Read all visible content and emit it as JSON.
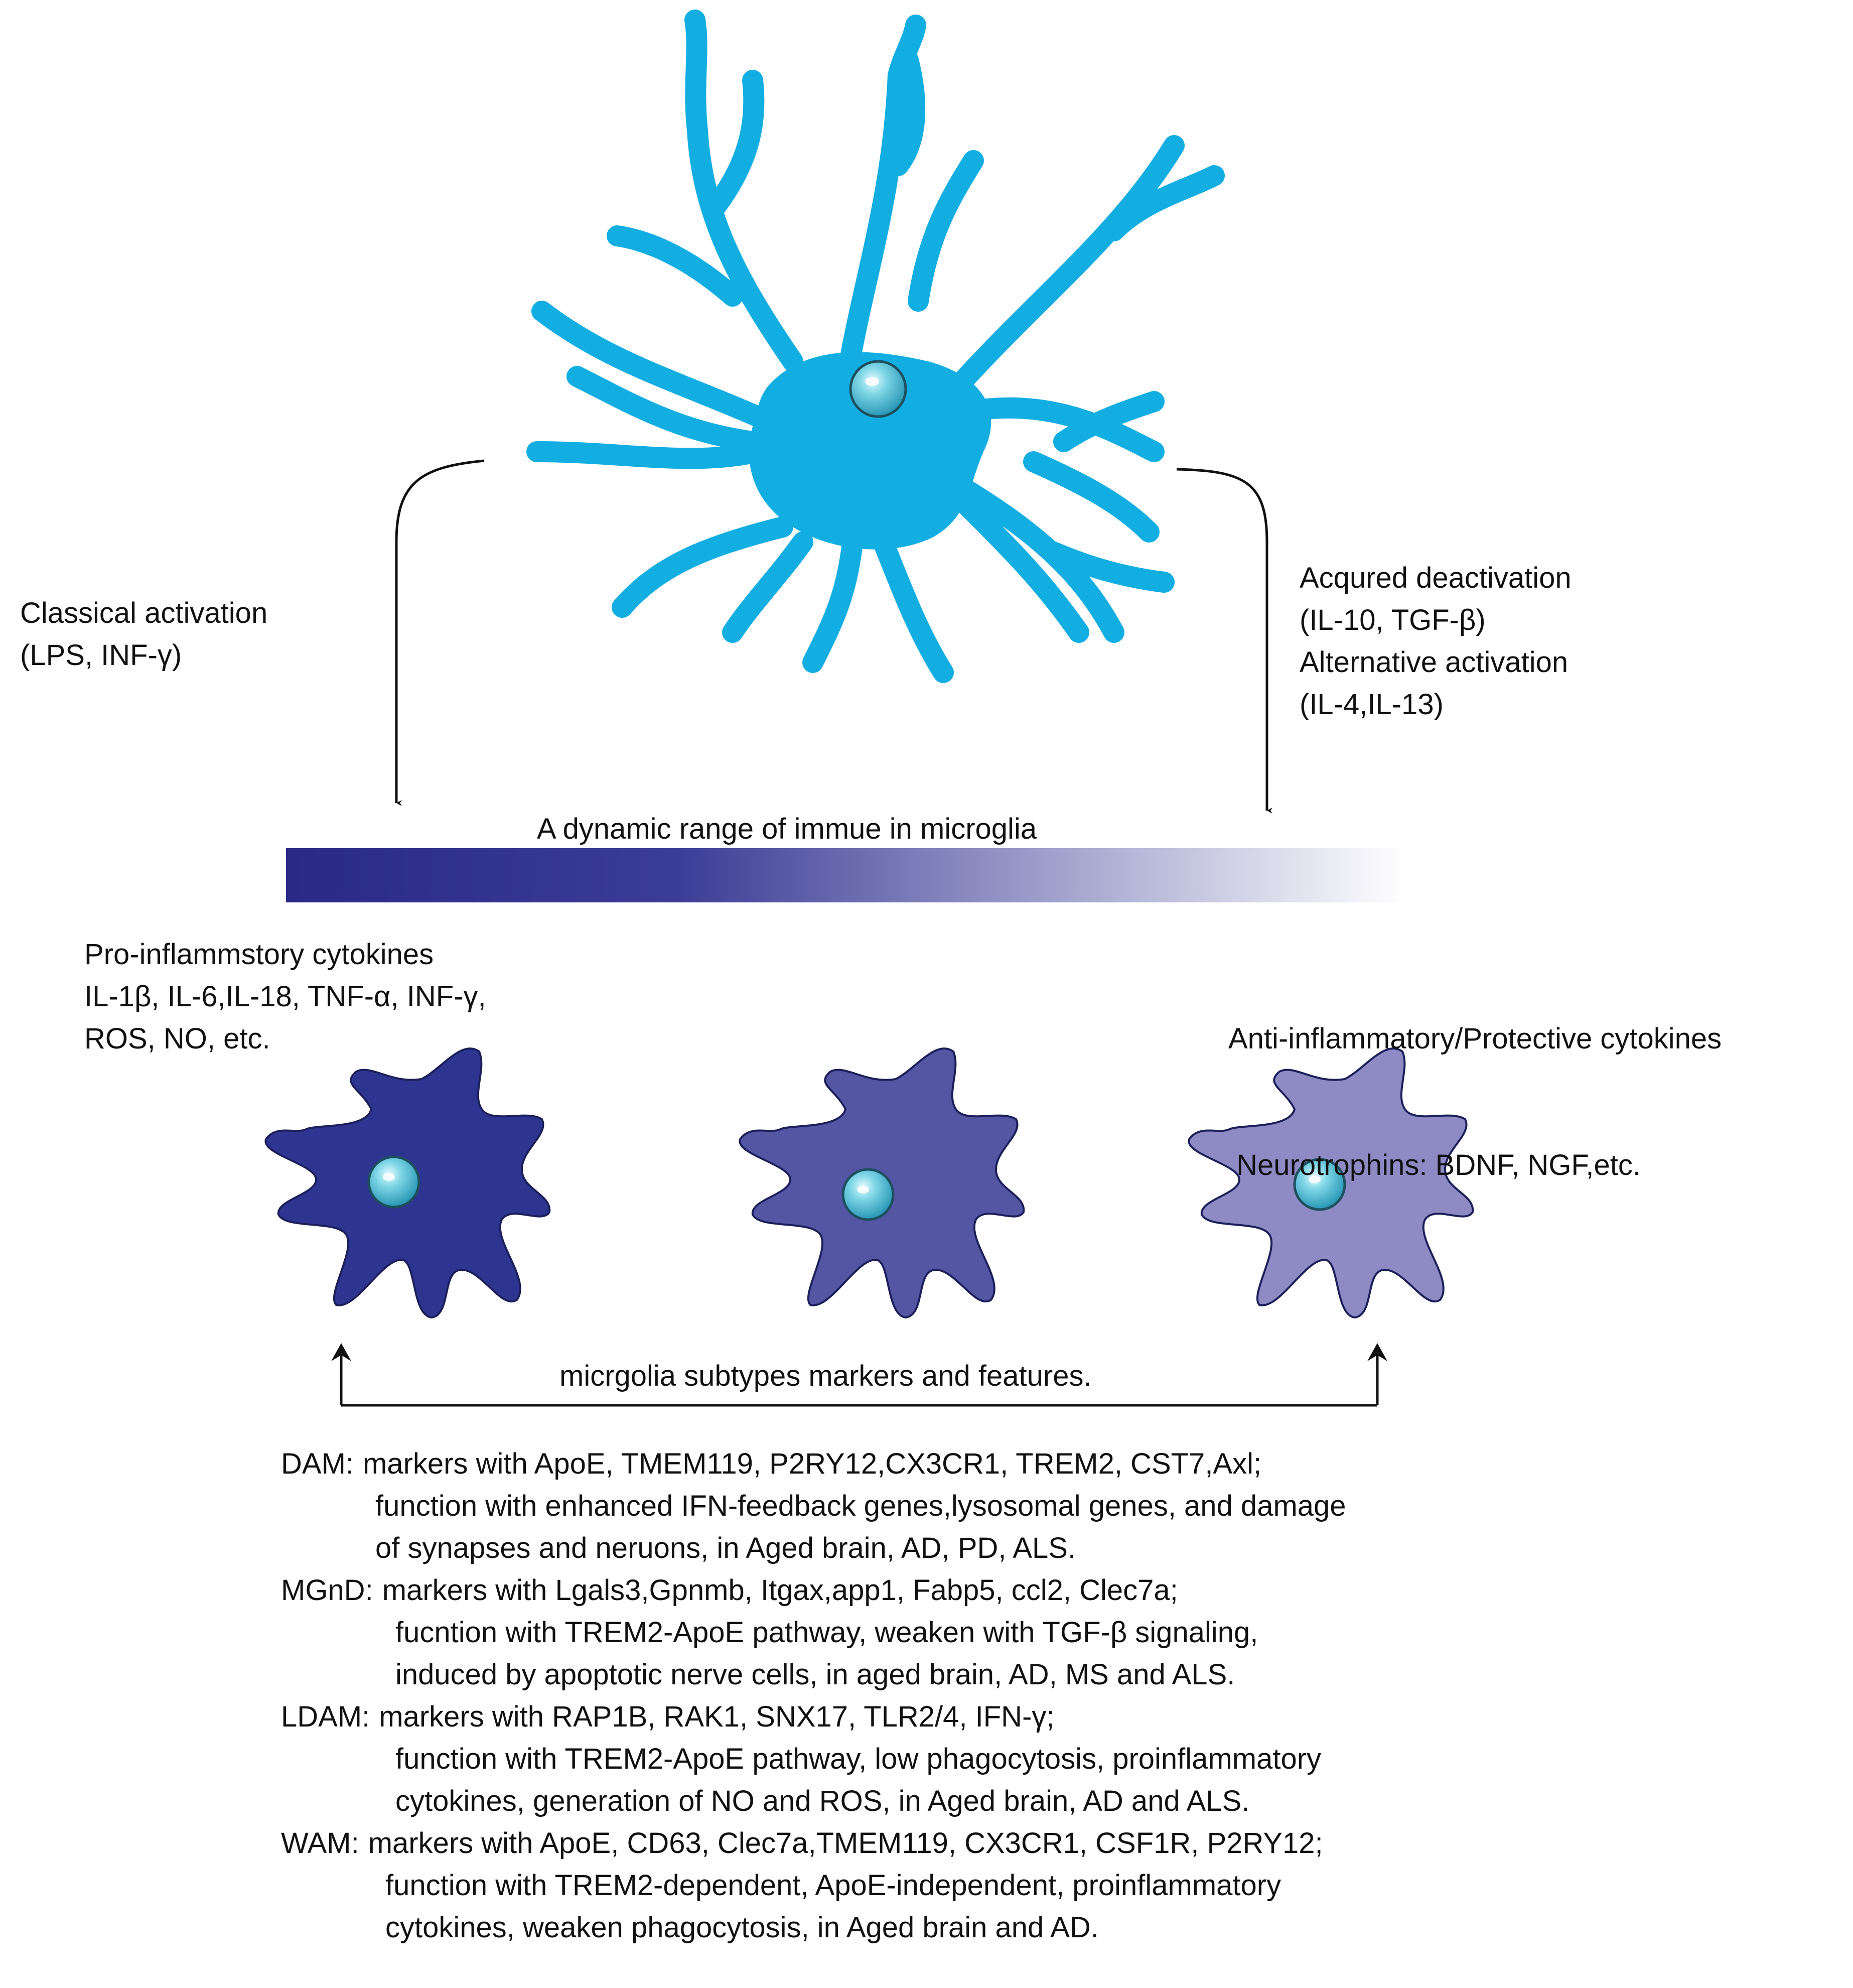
{
  "colors": {
    "resting_microglia": "#12aee2",
    "pro_inflammatory_cell": "#2e3590",
    "intermediate_cell": "#5456a4",
    "protective_cell": "#8e8ac4",
    "nucleus": "#3fb6cf",
    "gradient_start": "#2a2a86",
    "gradient_end": "#ffffff",
    "arrow": "#111111"
  },
  "icons": {
    "resting_cell": "ramified-microglia-icon",
    "activated_cells": "amoeboid-microglia-icon",
    "nucleus": "cell-nucleus-icon"
  },
  "activation": {
    "classical_lines": [
      "Classical activation",
      "(LPS, INF-γ)"
    ],
    "alternative_lines": [
      "Acqured deactivation",
      "(IL-10, TGF-β)",
      "Alternative activation",
      "(IL-4,IL-13)"
    ]
  },
  "range_label": "A dynamic range of immue in microglia",
  "pro_inflammatory_lines": [
    "Pro-inflammstory cytokines",
    "IL-1β, IL-6,IL-18, TNF-α, INF-γ,",
    "ROS, NO, etc."
  ],
  "anti_inflammatory_lines": [
    "Anti-inflammatory/Protective cytokines",
    " Neurotrophins: BDNF, NGF,etc."
  ],
  "subtypes_label": "micrgolia subtypes markers and features.",
  "subtypes": [
    {
      "name": "DAM:",
      "lines": [
        "markers with ApoE, TMEM119, P2RY12,CX3CR1, TREM2, CST7,Axl;",
        "function with enhanced IFN-feedback genes,lysosomal genes, and damage",
        "of synapses and neruons, in Aged brain, AD, PD, ALS."
      ]
    },
    {
      "name": "MGnD:",
      "lines": [
        "markers with Lgals3,Gpnmb, Itgax,app1, Fabp5, ccl2, Clec7a;",
        "fucntion with TREM2-ApoE pathway, weaken with TGF-β signaling,",
        "induced by apoptotic nerve cells, in aged brain, AD, MS and ALS."
      ]
    },
    {
      "name": "LDAM:",
      "lines": [
        "markers with RAP1B, RAK1, SNX17, TLR2/4, IFN-γ;",
        "function with TREM2-ApoE pathway, low phagocytosis, proinflammatory",
        "cytokines,  generation of NO and ROS, in Aged brain, AD and ALS."
      ]
    },
    {
      "name": "WAM:",
      "lines": [
        "markers with ApoE, CD63, Clec7a,TMEM119, CX3CR1, CSF1R, P2RY12;",
        "function with TREM2-dependent, ApoE-independent, proinflammatory",
        "cytokines, weaken phagocytosis,  in Aged brain and AD."
      ]
    }
  ]
}
